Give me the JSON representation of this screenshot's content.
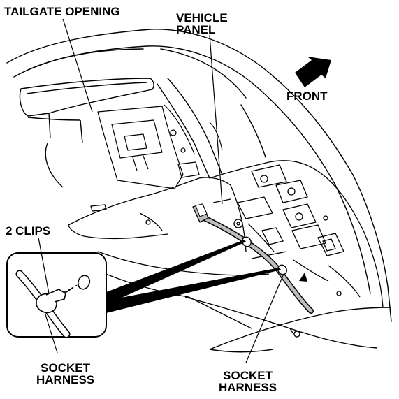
{
  "labels": {
    "tailgate_opening": "TAILGATE OPENING",
    "vehicle_panel_line1": "VEHICLE",
    "vehicle_panel_line2": "PANEL",
    "front": "FRONT",
    "clips": "2 CLIPS",
    "socket_harness_left_line1": "SOCKET",
    "socket_harness_left_line2": "HARNESS",
    "socket_harness_right_line1": "SOCKET",
    "socket_harness_right_line2": "HARNESS"
  },
  "icons": {
    "front_direction": "arrow-icon",
    "harness_direction": "arrow-icon"
  },
  "colors": {
    "line": "#000000",
    "harness_fill": "#bdbdbd",
    "background": "#ffffff"
  }
}
